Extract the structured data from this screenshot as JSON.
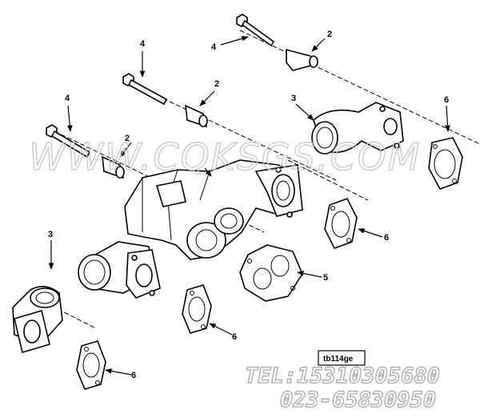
{
  "callouts": {
    "c1": "2",
    "c2": "4",
    "c3": "4",
    "c4": "2",
    "c5": "4",
    "c6": "2",
    "c7": "3",
    "c8": "6",
    "c9": "6",
    "c10": "3",
    "c11": "5",
    "c12": "6",
    "c13": "6"
  },
  "watermark": "WWW.CQKSGS.COM",
  "figure_tag": "tb114ge",
  "contact": {
    "tel": "TEL:15310305680",
    "phone": "023-65830950"
  }
}
